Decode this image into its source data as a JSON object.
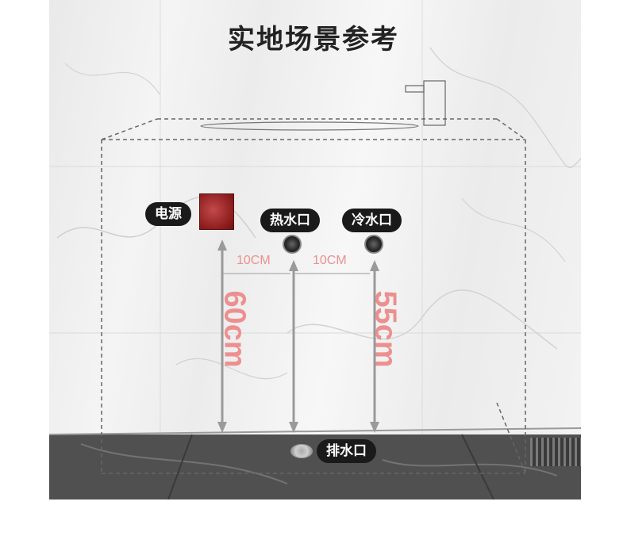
{
  "title": "实地场景参考",
  "labels": {
    "power": "电源",
    "hot_water": "热水口",
    "cold_water": "冷水口",
    "drain": "排水口"
  },
  "measurements": {
    "gap_left": "10CM",
    "gap_right": "10CM",
    "height_left": "60cm",
    "height_right": "55cm"
  },
  "colors": {
    "measure": "#ee8f8f",
    "pill_bg": "#1a1a1a"
  }
}
